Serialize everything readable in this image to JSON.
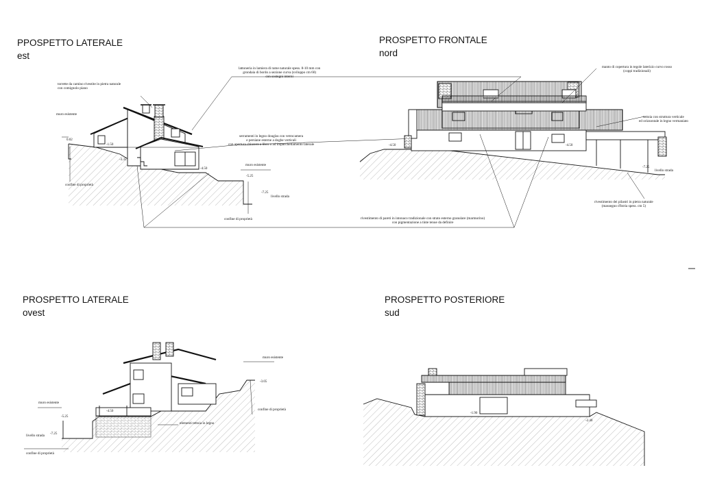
{
  "views": {
    "est": {
      "title": "PPOSPETTO  LATERALE",
      "subtitle": "est"
    },
    "nord": {
      "title": "PROSPETTO  FRONTALE",
      "subtitle": "nord"
    },
    "ovest": {
      "title": "PROSPETTO  LATERALE",
      "subtitle": "ovest"
    },
    "sud": {
      "title": "PROSPETTO  POSTERIORE",
      "subtitle": "sud"
    }
  },
  "notes": {
    "torrette": "torrette da camino rivestite in pietra naturale\ncon comignolo piano",
    "lattoneria": "lattoneria in lamiera di rame naturale spess. 8-10 mm con\ngrondaia di bordo a sezione curva (sviluppo cm 60)\ncon sostegni interni",
    "serramenti": "serramenti in legno douglas con vetrocamera\ne persiane esterne a doghe verticali\ncon apertura chiusura a libro o ad impacchettamento laterale",
    "manto": "manto di copertura in tegole laterizio curvo rosso\n(coppi tradizionali)",
    "tettoia": "tettoia con struttura verticale\ned orizzontale in legno vermaniato",
    "pilastri": "rivestimento dei pilastri in pietra naturale\n(massegno d'Istria spess. cm 5)",
    "intonaco": "rivestimento di pareti in intonaco tradizionale con strato esterno granulare (marmorino)\ncon pigmentazione a tinte tenue da definire",
    "muro_esistente": "muro esistente",
    "confine": "confine di proprietà",
    "livello_strada": "livello strada",
    "elementi_tettoia": "elementi tettoia in legno"
  },
  "levels": {
    "est_a": "0.02",
    "est_b": "-1.50",
    "est_c": "-3.35",
    "est_d": "-4.50",
    "est_e": "-5.25",
    "est_f": "-7.25",
    "nord_a": "-4.50",
    "nord_b": "-4.50",
    "nord_c": "-7.25",
    "ovest_a": "-5.25",
    "ovest_b": "-7.25",
    "ovest_c": "-4.50",
    "ovest_d": "-3.05",
    "sud_a": "-1.90",
    "sud_b": "-2.40"
  }
}
